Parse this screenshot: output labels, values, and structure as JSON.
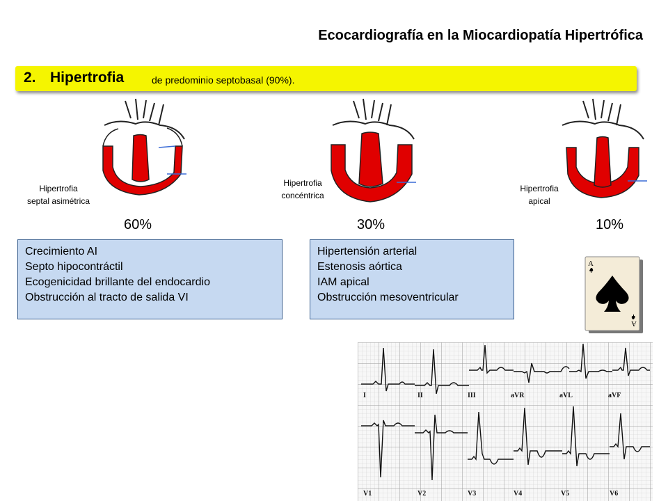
{
  "title": "Ecocardiografía en la Miocardiopatía Hipertrófica",
  "banner": {
    "number": "2.",
    "heading": "Hipertrofia",
    "subtitle": "de predominio septobasal (90%)."
  },
  "types": [
    {
      "caption_line1": "Hipertrofia",
      "caption_line2": "septal asimétrica",
      "percent": "60%"
    },
    {
      "caption_line1": "Hipertrofia",
      "caption_line2": "concéntrica",
      "percent": "30%"
    },
    {
      "caption_line1": "Hipertrofia",
      "caption_line2": "apical",
      "percent": "10%"
    }
  ],
  "septal_box": [
    "Crecimiento AI",
    "Septo hipocontráctil",
    "Ecogenicidad brillante del endocardio",
    "Obstrucción al tracto de salida VI"
  ],
  "concentric_box": [
    "Hipertensión arterial",
    "Estenosis aórtica",
    "IAM apical",
    "Obstrucción mesoventricular"
  ],
  "card": {
    "rank": "A"
  },
  "ecg_leads": {
    "row1": [
      "I",
      "II",
      "III",
      "aVR",
      "aVL",
      "aVF"
    ],
    "row2": [
      "V1",
      "V2",
      "V3",
      "V4",
      "V5",
      "V6"
    ]
  },
  "colors": {
    "banner": "#f5f500",
    "box_fill": "#c6d9f1",
    "muscle": "#e00000"
  }
}
